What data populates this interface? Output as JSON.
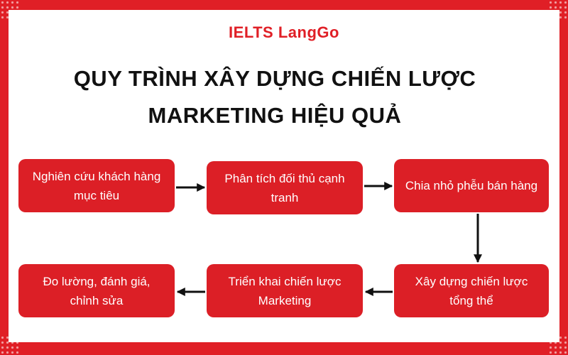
{
  "brand": "IELTS LangGo",
  "title": {
    "line1": "QUY TRÌNH XÂY DỰNG CHIẾN LƯỢC",
    "line2": "MARKETING HIỆU QUẢ"
  },
  "steps": [
    "Nghiên cứu khách hàng mục tiêu",
    "Phân tích đối thủ cạnh tranh",
    "Chia nhỏ phễu bán hàng",
    "Xây dựng chiến lược tổng thể",
    "Triển khai chiến lược Marketing",
    "Đo lường, đánh giá, chỉnh sửa"
  ],
  "colors": {
    "accent": "#e01f26",
    "box": "#dc1f26",
    "text_dark": "#111111",
    "arrow": "#111111"
  }
}
